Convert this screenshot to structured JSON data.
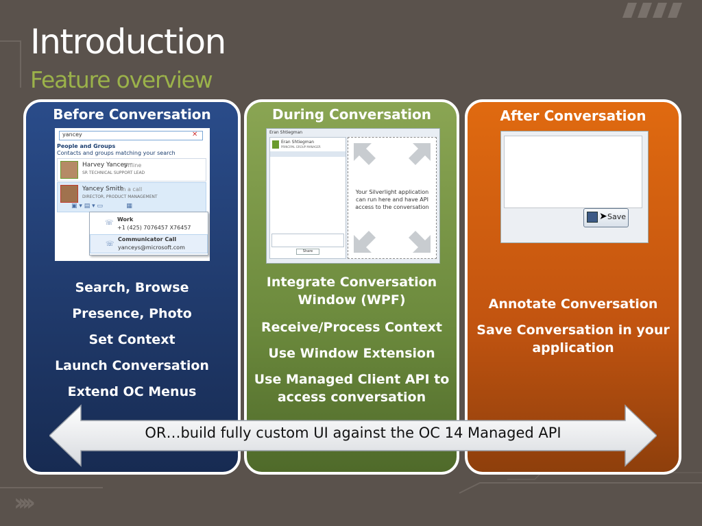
{
  "header": {
    "title": "Introduction",
    "subtitle": "Feature overview"
  },
  "panels": [
    {
      "heading": "Before Conversation",
      "features": [
        "Search, Browse",
        "Presence, Photo",
        "Set Context",
        "Launch Conversation",
        "Extend OC Menus"
      ],
      "screenshot": {
        "search_value": "yancey",
        "group_title": "People and Groups",
        "group_sub": "Contacts and groups matching your search",
        "contacts": [
          {
            "name": "Harvey Yancey",
            "status": "Offline",
            "title": "SR TECHNICAL SUPPORT LEAD"
          },
          {
            "name": "Yancey Smith",
            "status": "In a call",
            "title": "DIRECTOR, PRODUCT MANAGEMENT"
          }
        ],
        "menu": [
          {
            "label": "Work",
            "detail": "+1 (425) 7076457 X76457"
          },
          {
            "label": "Communicator Call",
            "detail": "yanceys@microsoft.com"
          }
        ]
      }
    },
    {
      "heading": "During Conversation",
      "features": [
        "Integrate Conversation Window (WPF)",
        "Receive/Process Context",
        "Use Window Extension",
        "Use Managed Client API to access conversation"
      ],
      "screenshot": {
        "window_title": "Eran Shtiegman",
        "contact_name": "Eran Shtiegman",
        "contact_title": "PRINCIPAL GROUP MANAGER",
        "extension_text": "Your Silverlight application can run here and have API access to the conversation",
        "share_label": "Share"
      }
    },
    {
      "heading": "After Conversation",
      "features": [
        "Annotate Conversation",
        "Save Conversation in your application"
      ],
      "screenshot": {
        "save_label": "Save"
      }
    }
  ],
  "banner": {
    "text": "OR…build fully custom UI against the OC 14 Managed API"
  },
  "colors": {
    "before": "#1d3563",
    "during": "#6c8a3d",
    "after": "#c25410",
    "subtitle": "#9bb24a"
  }
}
